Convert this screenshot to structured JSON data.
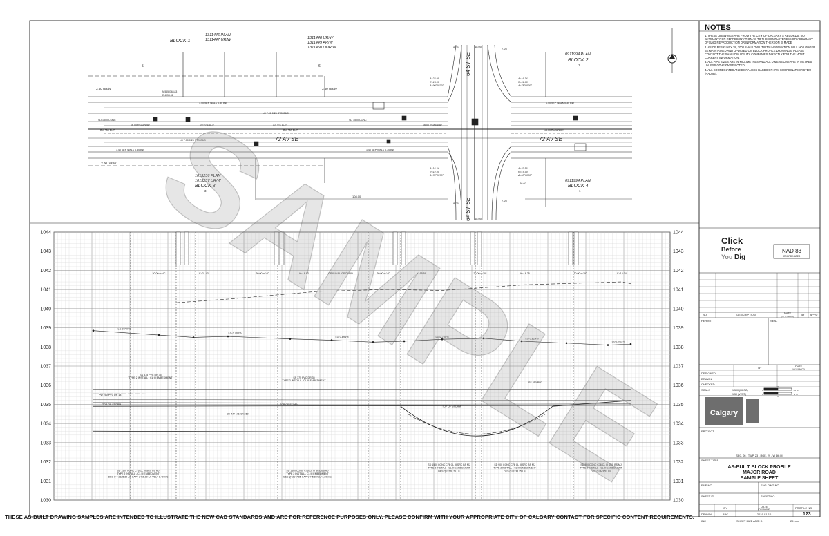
{
  "footer_note": "THESE AS-BUILT DRAWING SAMPLES ARE INTENDED TO ILLUSTRATE THE NEW CAD STANDARDS AND ARE FOR REFERENCE PURPOSES ONLY.  PLEASE CONFIRM WITH YOUR APPROPRIATE CITY OF CALGARY CONTACT FOR SPECIFIC CONTENT REQUIREMENTS.",
  "watermark": "SAMPLE",
  "plan": {
    "block1": "BLOCK 1",
    "block1_plans": [
      "1311446 PLAN",
      "1311447 UR/W"
    ],
    "block_mid_plans": [
      "1311448 UR/W",
      "1311449 AR/W",
      "1311450 ODR/W"
    ],
    "block2": "BLOCK 2",
    "block2_plan": "0911994 PLAN",
    "block3": "BLOCK 3",
    "block3_plans": [
      "1013236 PLAN",
      "1013237 UR/W"
    ],
    "block4": "BLOCK 4",
    "block4_plan": "0911994 PLAN",
    "lot5": "5",
    "lot6": "6",
    "lot1": "1",
    "lot3": "3",
    "lot1b": "1",
    "street_av": "72 AV SE",
    "street_av2": "72 AV SE",
    "street_st": "64 ST SE",
    "street_st2": "64 ST SE",
    "row_label": "3.50 UR/W",
    "row_label2": "3.50 UR/W",
    "row_label3": "3.00 UR/W",
    "sep_walk": "1.40 SEP WALK 0.30 BW",
    "roadway": "16.00 ROADWAY",
    "ss_pipe": "SS 375 PVC",
    "pw_pipe": "PW 250 PVC",
    "sd_pipe": "SD 1500 CONC",
    "lg_pipe": "LG 7.00  0.25 STD C&G",
    "dim_10800": "108.00",
    "dim_1800": "18.00",
    "dim_825": "8.25",
    "dim_725": "7.25",
    "dim_2607": "26.07",
    "curve1": [
      "Δ=23.56",
      "R=15.00",
      "Δ=90°00'00\""
    ],
    "curve2": [
      "Δ=16.34",
      "R=12.00",
      "Δ=78°00'00\""
    ],
    "north1": "N 5650364.83",
    "east1": "E 4053.81"
  },
  "profile": {
    "elevations": [
      "1044",
      "1043",
      "1042",
      "1041",
      "1040",
      "1039",
      "1038",
      "1037",
      "1036",
      "1035",
      "1034",
      "1033",
      "1032",
      "1031",
      "1030"
    ],
    "original_ground": "ORIGINAL GROUND",
    "top_of_storm": "TOP OF STORM",
    "vc_labels": [
      "30.00 m VC",
      "K=21.43",
      "30.00 m VC",
      "K=18.82",
      "30.00 m VC",
      "K=15.59",
      "30.00 m VC",
      "K=18.25",
      "30.00 m VC",
      "K=15.04"
    ],
    "lg_labels": [
      "LG 0.700%",
      "LG 0.700%",
      "LG 0.894%",
      "LG 0.700%",
      "LG 0.824%",
      "LG 1.011%"
    ],
    "ss_label1": [
      "SS 375 PVC DR 35",
      "TYPE 2 INSTALL - CL III EMBEDMENT"
    ],
    "ss_label2": [
      "SS 375 PVC DR 35",
      "TYPE 2 INSTALL - CL III EMBEDMENT"
    ],
    "ss_label3": "SS 450 PVC",
    "pw_label": "PW 250 PVC DR 18",
    "sd_notes": [
      [
        "SD 1500 CONC C76 CL III SRC BS MJ",
        "TYPE 2 INSTALL - CL III EMBEDMENT",
        "DES Q = 2125.30 L/s   CAP= 2466.00 L/s   VEL= 1.40 m/s"
      ],
      [
        "SD 1500 CONC C76 CL III SRC BS MJ",
        "TYPE 2 INSTALL - CL III EMBEDMENT",
        "DES Q=2147.85   CAP=2445.8   VEL=1.30 m/s"
      ],
      [
        "SD 1500 CONC C76 CL III SRC BS MJ",
        "TYPE 2 INSTALL - CL III EMBEDMENT",
        "DES Q=2268.75 L/s"
      ],
      [
        "SD 900 CONC C76 CL III SRC BS MJ",
        "TYPE 2 INSTALL - CL III EMBEDMENT",
        "DES Q=1238.25 L/s"
      ],
      [
        "SD 900 CONC C76 CL III SRC BS MJ",
        "TYPE 2 INSTALL - CL III EMBEDMENT",
        "DES Q=843.57 L/s"
      ]
    ],
    "sd_inv": "SD INV N 1034.560"
  },
  "panel": {
    "notes_title": "NOTES",
    "notes": [
      "1.  THESE DRAWINGS ARE FROM THE CITY OF CALGARY'S RECORDS.  NO WARRANTY OR REPRESENTATION AS TO THE COMPLETENESS OR ACCURACY OF SAID REPRODUCTION OR INFORMATION THEREON IS MADE",
      "2.  AS OF FEBRUARY 28, 2008 SHALLOW UTILITY INFORMATION WILL NO LONGER BE MAINTAINED AND UPDATED ON BLOCK PROFILE DRAWINGS. PLEASE CONTACT THE SHALLOW UTILITY COMPANIES DIRECTLY FOR THE MOST CURRENT INFORMATION.",
      "3.  ALL PIPE SIZES ARE IN MILLIMETRES AND ALL DIMENSIONS ARE IN METRES UNLESS OTHERWISE NOTED.",
      "4.  ALL COORDINATES AND DISTANCES BASED ON 3TM COORDINATE SYSTEM (NAD 83)."
    ],
    "click_before": [
      "Click",
      "Before",
      "You",
      "Dig"
    ],
    "nad": "NAD 83",
    "coordinates": "COORDINATES",
    "rev_headers": [
      "NO.",
      "DESCRIPTION",
      "DATE",
      "BY",
      "APPD"
    ],
    "rev_date_fmt": "(YYYY-MM-DD)",
    "permit": "PERMIT",
    "seal": "SEAL",
    "by": "BY",
    "date": "DATE",
    "designed": "DESIGNED",
    "drawn": "DRAWN",
    "checked": "CHECKED",
    "scale": "SCALE",
    "scale_h": "1:500 (HORZ)",
    "scale_v": "1:50 (VERT)",
    "scale_ticks_h": [
      "0",
      "10",
      "20 m"
    ],
    "scale_ticks_v": [
      "0",
      "1",
      "2 m"
    ],
    "calgary": "Calgary",
    "project": "PROJECT",
    "legal": "SEC. 26 - TWP. 23 - RGE. 29 - W 4th M",
    "sheet_title_label": "SHEET TITLE",
    "sheet_title": [
      "AS-BUILT BLOCK PROFILE",
      "MAJOR ROAD",
      "SAMPLE SHEET"
    ],
    "file_no": "FILE NO.",
    "eng_dwg_no": "ENG DWG NO.",
    "sheet_id": "SHEET ID",
    "sheet_no": "SHEET NO.",
    "profile_no": "PROFILE NO.",
    "profile_no_val": "123",
    "drawn_by": "ABC",
    "drawn_date": "2019-01-10",
    "inc": "INC",
    "sheet_size": "SHEET SIZE ANSI D",
    "mm": "25 mm"
  }
}
